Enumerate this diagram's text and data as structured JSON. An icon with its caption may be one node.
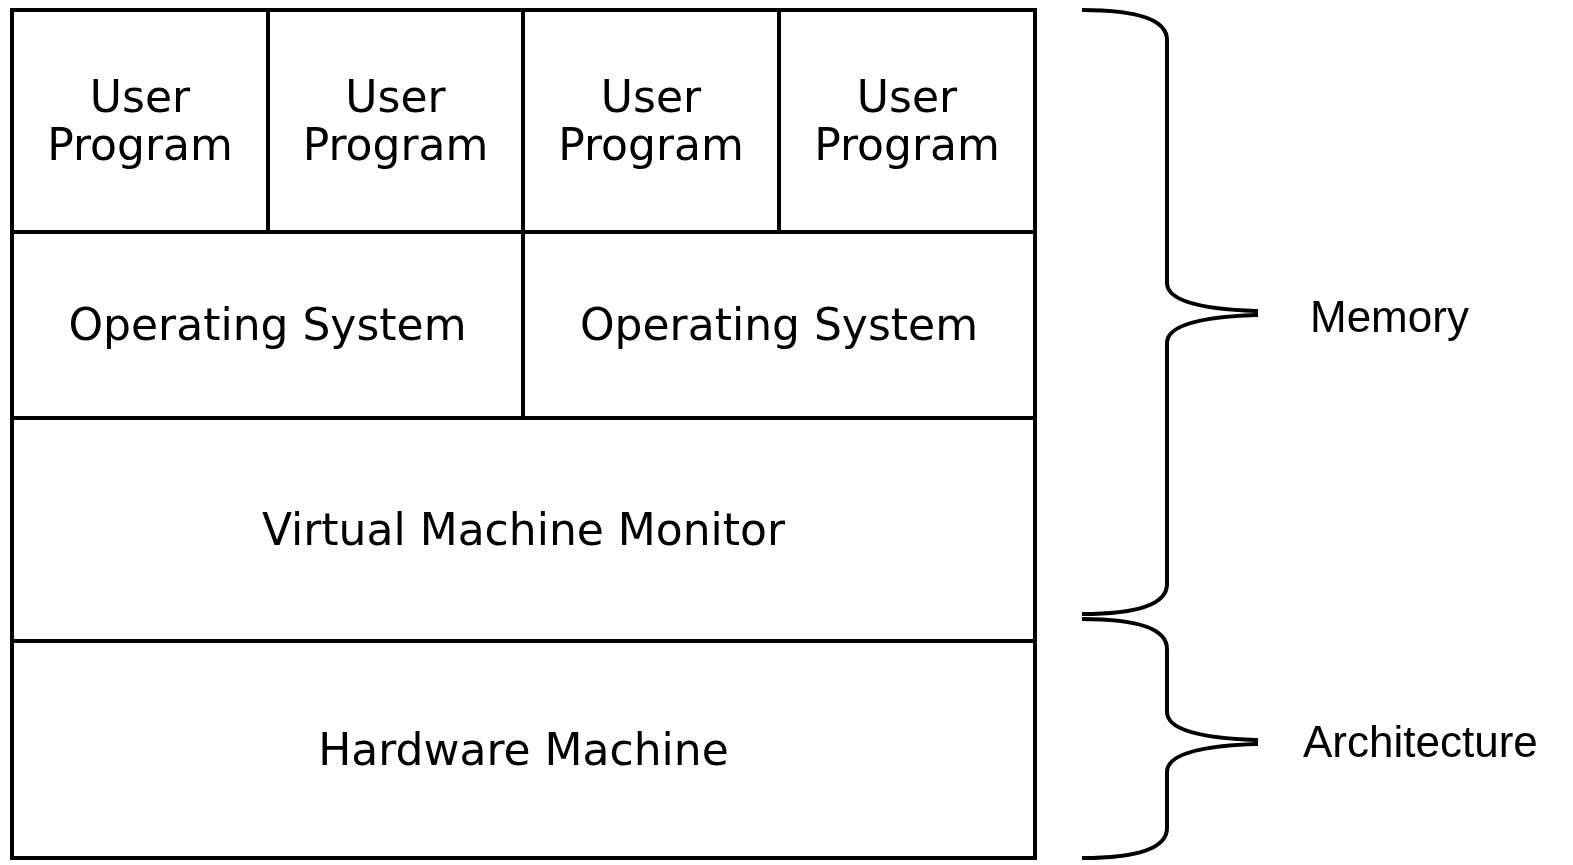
{
  "diagram": {
    "nodes": [
      {
        "text": [
          "User Program"
        ]
      },
      {
        "text": [
          "User Program"
        ]
      },
      {
        "text": [
          "User Program"
        ]
      },
      {
        "text": [
          "User Program"
        ]
      },
      {
        "text": [
          "Operating System"
        ]
      },
      {
        "text": [
          "Operating System"
        ]
      },
      {
        "text": [
          "Virtual Machine Monitor"
        ]
      },
      {
        "text": [
          "Hardware Machine"
        ]
      }
    ],
    "labels": [
      "Memory",
      "Architecture"
    ]
  }
}
